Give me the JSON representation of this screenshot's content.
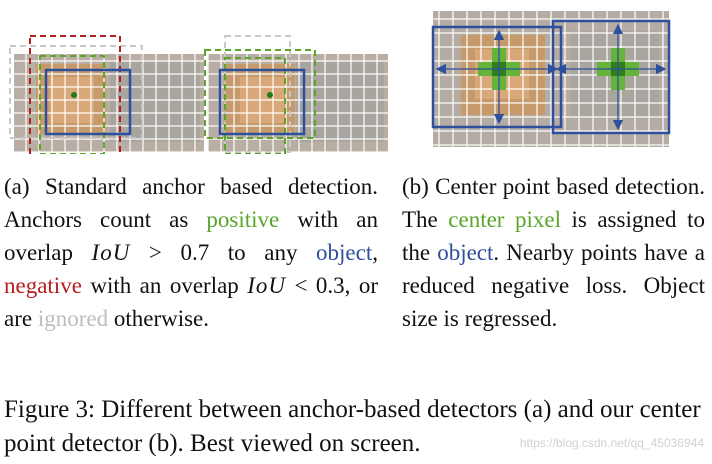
{
  "caption_a": {
    "label": "(a)",
    "text_1": " Standard anchor based detection. Anchors count as ",
    "positive": "positive",
    "text_2": " with an overlap ",
    "iou": "IoU",
    "gt": " > 0.7",
    "text_3": " to any ",
    "object": "object",
    "text_4": ", ",
    "negative": "negative",
    "text_5": " with an overlap ",
    "lt": " < 0.3",
    "text_6": ", or are ",
    "ignored": "ignored",
    "text_7": " otherwise."
  },
  "caption_b": {
    "label": "(b)",
    "text_1": " Center point based detection. The ",
    "center_pixel": "center pixel",
    "text_2": " is assigned to the ",
    "object": "object",
    "text_3": ". Nearby points have a reduced negative loss. Object size is regressed."
  },
  "figure_caption": "Figure 3: Different between anchor-based detectors (a) and our center point detector (b). Best viewed on screen.",
  "watermark": "https://blog.csdn.net/qq_45036944",
  "colors": {
    "positive": "#5aa52a",
    "object": "#2d4f9c",
    "negative": "#b41e1e",
    "ignored": "#bdbdbd",
    "center": "#3f9a2a"
  }
}
